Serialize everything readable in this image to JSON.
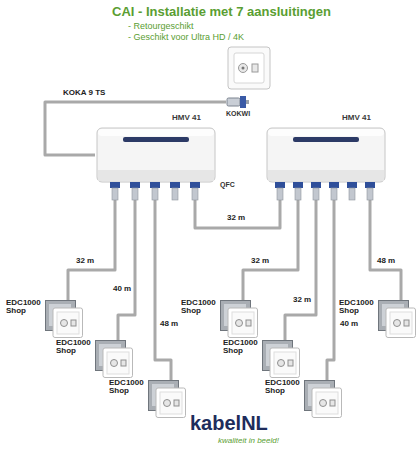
{
  "diagram": {
    "title": "CAI - Installatie met 7 aansluitingen",
    "nodes": [
      {
        "text": [
          "KOKWI"
        ]
      },
      {
        "text": [
          "HMV 41"
        ]
      },
      {
        "text": [
          "HMV 41"
        ]
      },
      {
        "text": [
          "EDC1000 Shop"
        ]
      },
      {
        "text": [
          "EDC1000 Shop"
        ]
      },
      {
        "text": [
          "EDC1000 Shop"
        ]
      },
      {
        "text": [
          "EDC1000 Shop"
        ]
      },
      {
        "text": [
          "EDC1000 Shop"
        ]
      },
      {
        "text": [
          "EDC1000 Shop"
        ]
      },
      {
        "text": [
          "EDC1000 Shop"
        ]
      }
    ],
    "edges": [
      {
        "from": 0,
        "to": 1,
        "arrow": "none",
        "label": "KOKA 9 TS"
      },
      {
        "from": 1,
        "to": 2,
        "arrow": "none",
        "label": "32 m"
      },
      {
        "from": 1,
        "to": 3,
        "arrow": "none",
        "label": "32 m"
      },
      {
        "from": 1,
        "to": 4,
        "arrow": "none",
        "label": "40 m"
      },
      {
        "from": 1,
        "to": 5,
        "arrow": "none",
        "label": "48 m"
      },
      {
        "from": 2,
        "to": 6,
        "arrow": "none",
        "label": "32 m"
      },
      {
        "from": 2,
        "to": 7,
        "arrow": "none",
        "label": "32 m"
      },
      {
        "from": 2,
        "to": 8,
        "arrow": "none",
        "label": "40 m"
      },
      {
        "from": 2,
        "to": 9,
        "arrow": "none",
        "label": "48 m"
      }
    ],
    "labels": [
      "- Retourgeschikt",
      "- Geschikt voor Ultra HD / 4K",
      "QFC",
      "kabelNL",
      "kwaliteit in beeld!"
    ]
  }
}
